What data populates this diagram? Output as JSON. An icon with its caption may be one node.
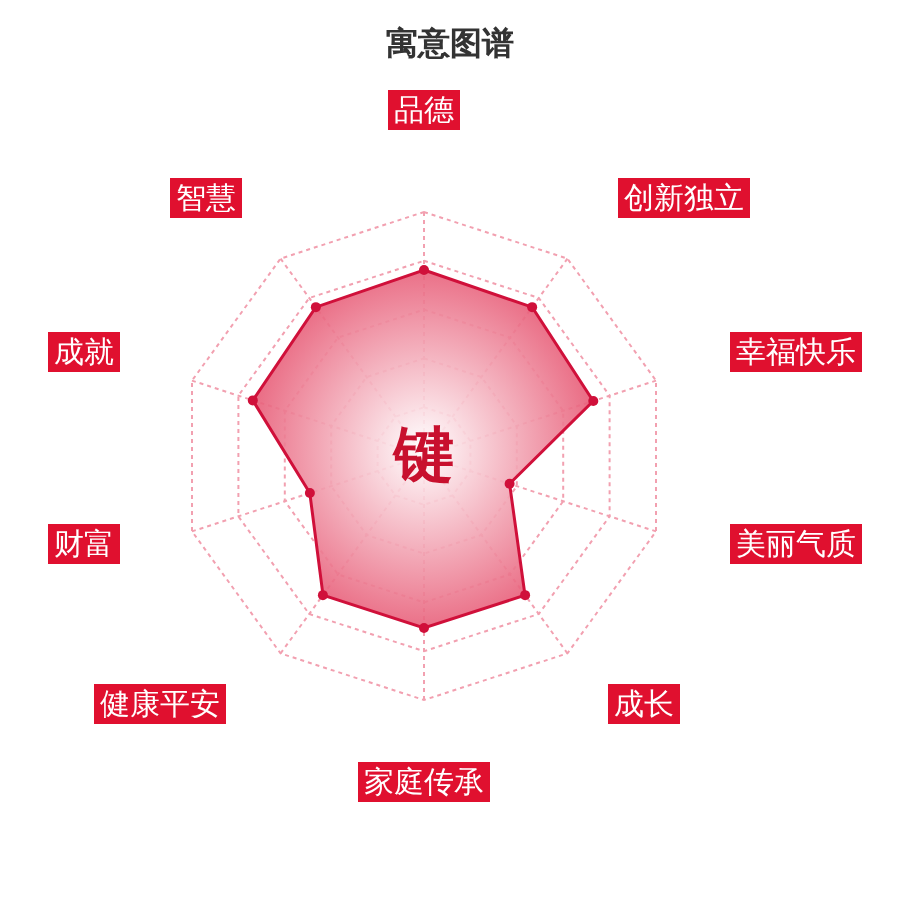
{
  "diagram": {
    "title": "寓意图谱",
    "labels": [
      "品德",
      "智慧",
      "创新独立",
      "成就",
      "幸福快乐",
      "键",
      "财富",
      "美丽气质",
      "健康平安",
      "成长",
      "家庭传承"
    ]
  }
}
